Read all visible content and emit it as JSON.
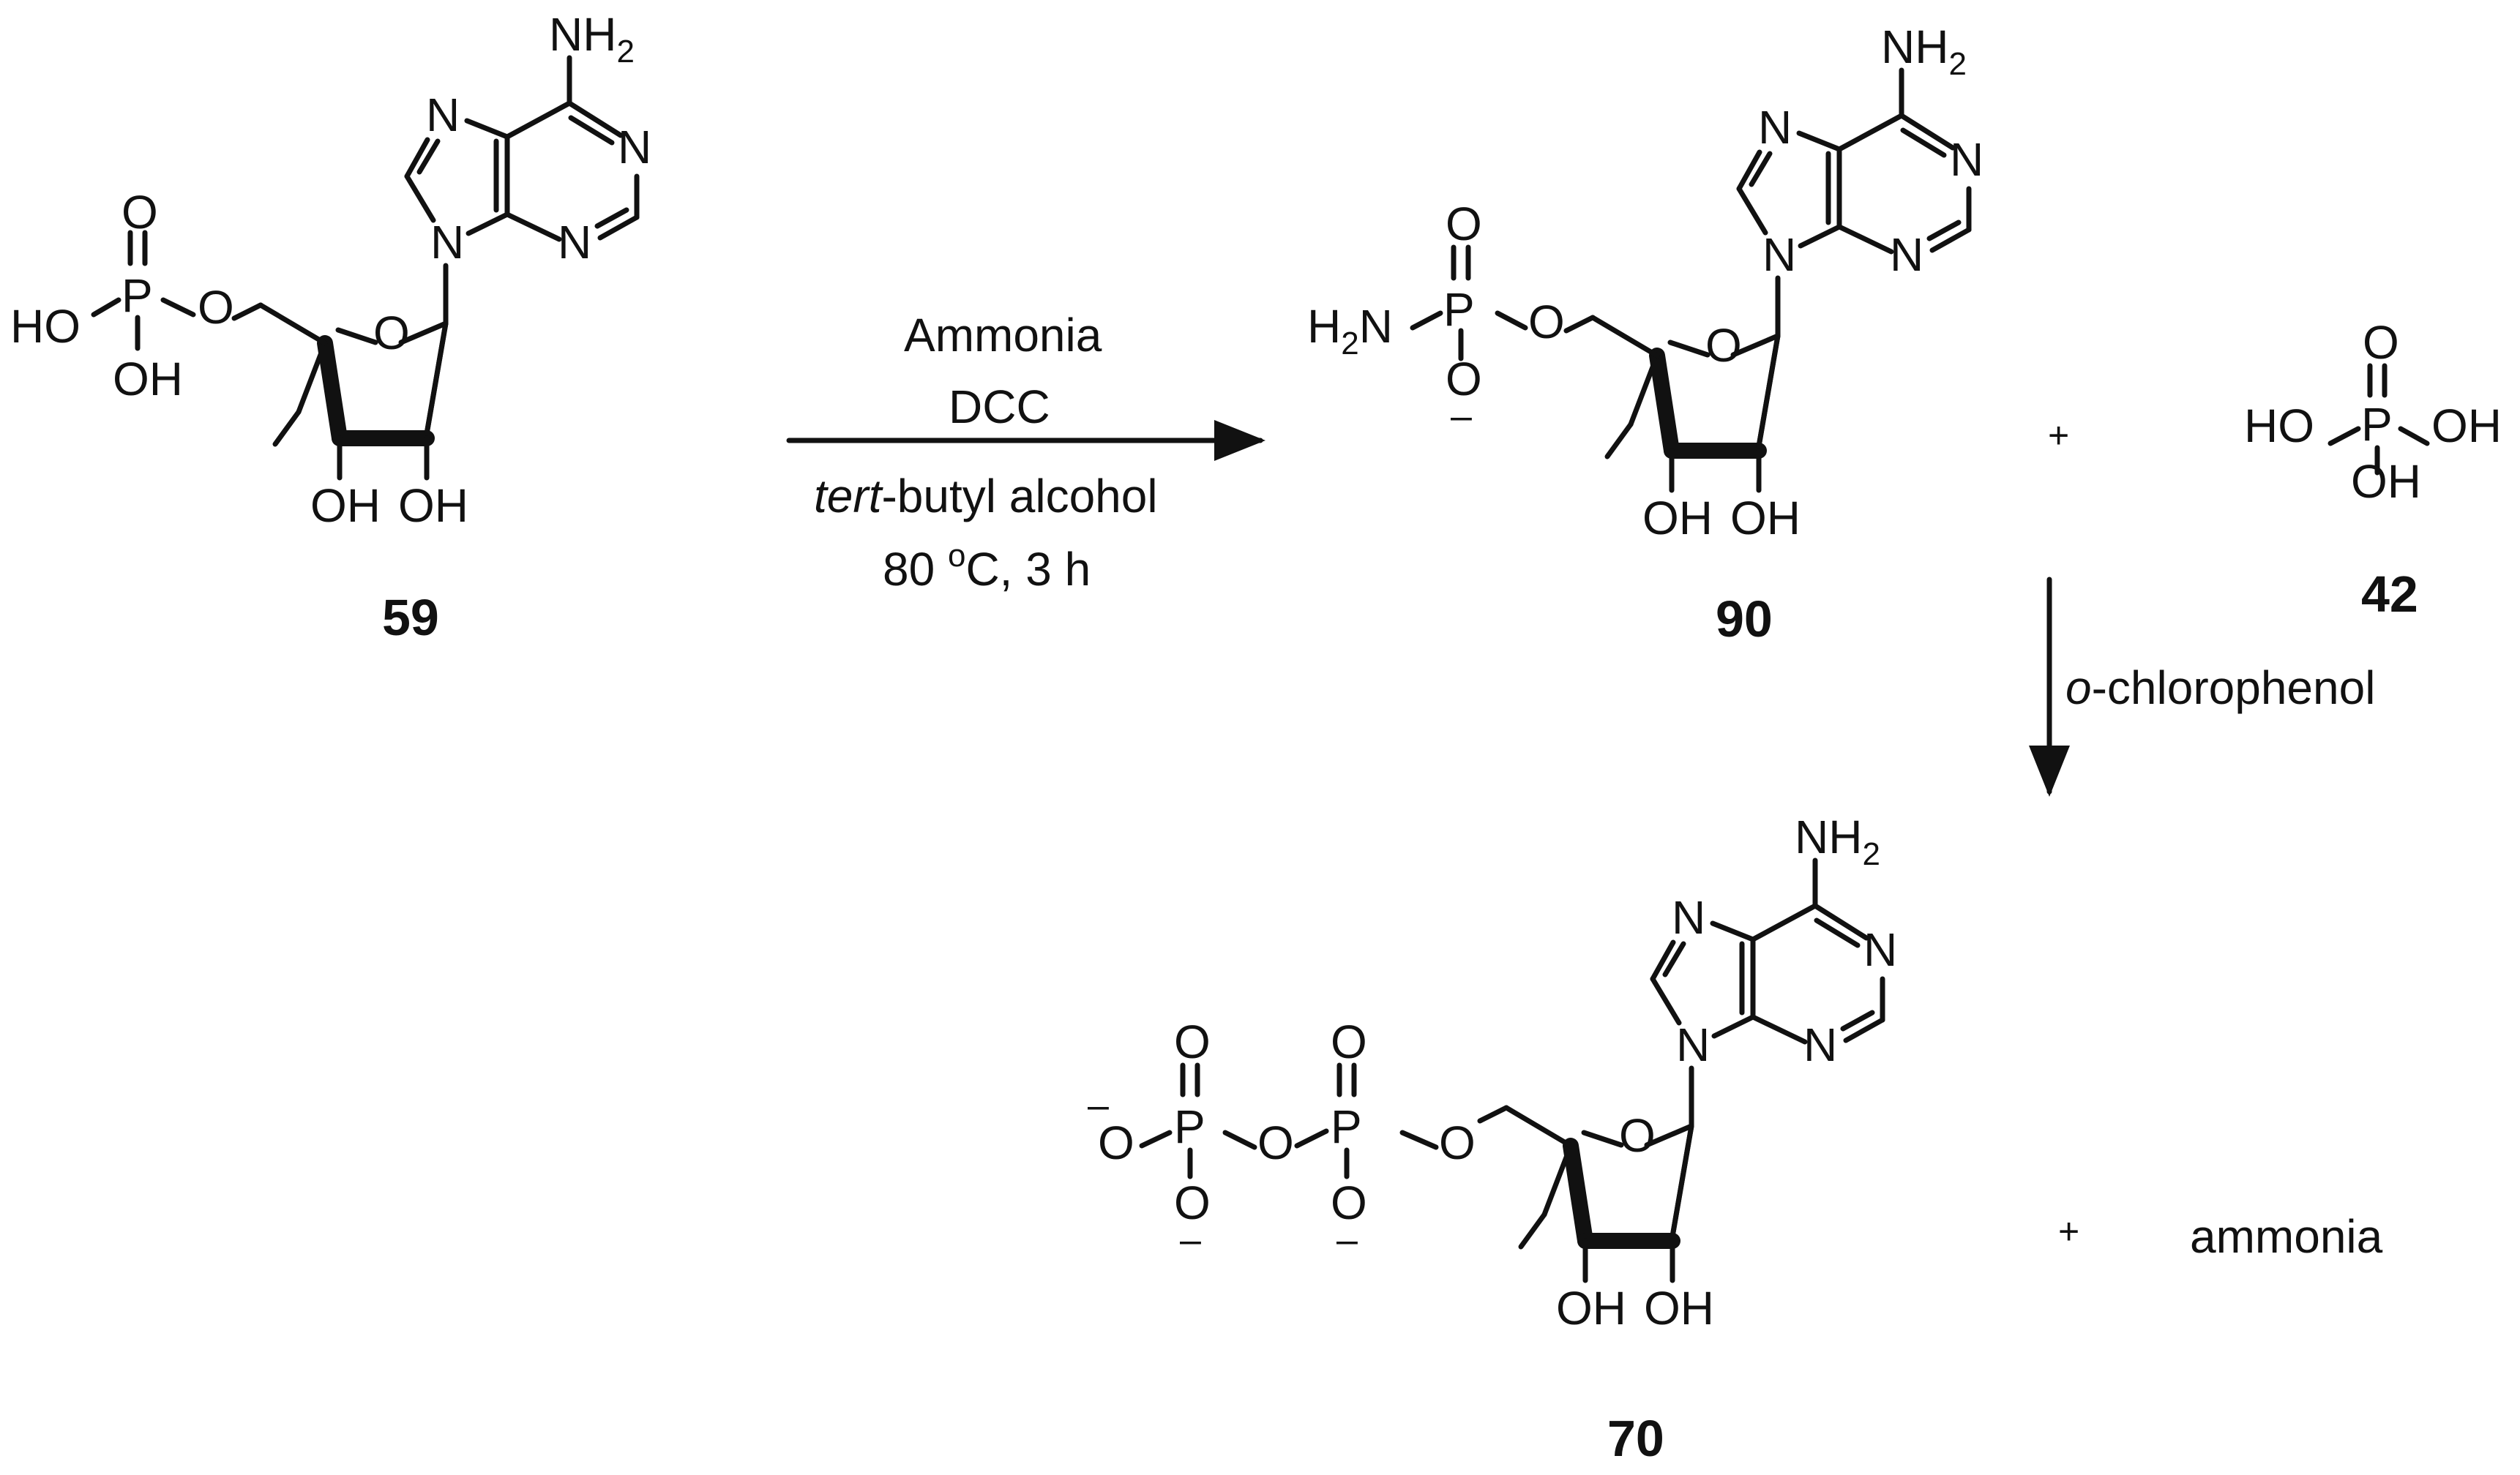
{
  "atoms": {
    "P": "P",
    "O": "O",
    "N": "N",
    "OH": "OH",
    "HO": "HO",
    "NH": "NH",
    "H": "H",
    "sub_2": "2",
    "minus": "–"
  },
  "conditions": {
    "reagent_1": "Ammonia",
    "reagent_2": "DCC",
    "solvent_italic": "tert",
    "solvent_rest": "-butyl alcohol",
    "temp_value": "80 ",
    "temp_degree": "o",
    "temp_unit_time": "C, 3 h",
    "step2_italic": "o",
    "step2_rest": "-chlorophenol"
  },
  "compounds": {
    "c59": "59",
    "c90": "90",
    "c42": "42",
    "c70": "70"
  },
  "byproduct": "ammonia",
  "plus": "+",
  "colors": {
    "ink": "#111111",
    "background": "#ffffff"
  }
}
